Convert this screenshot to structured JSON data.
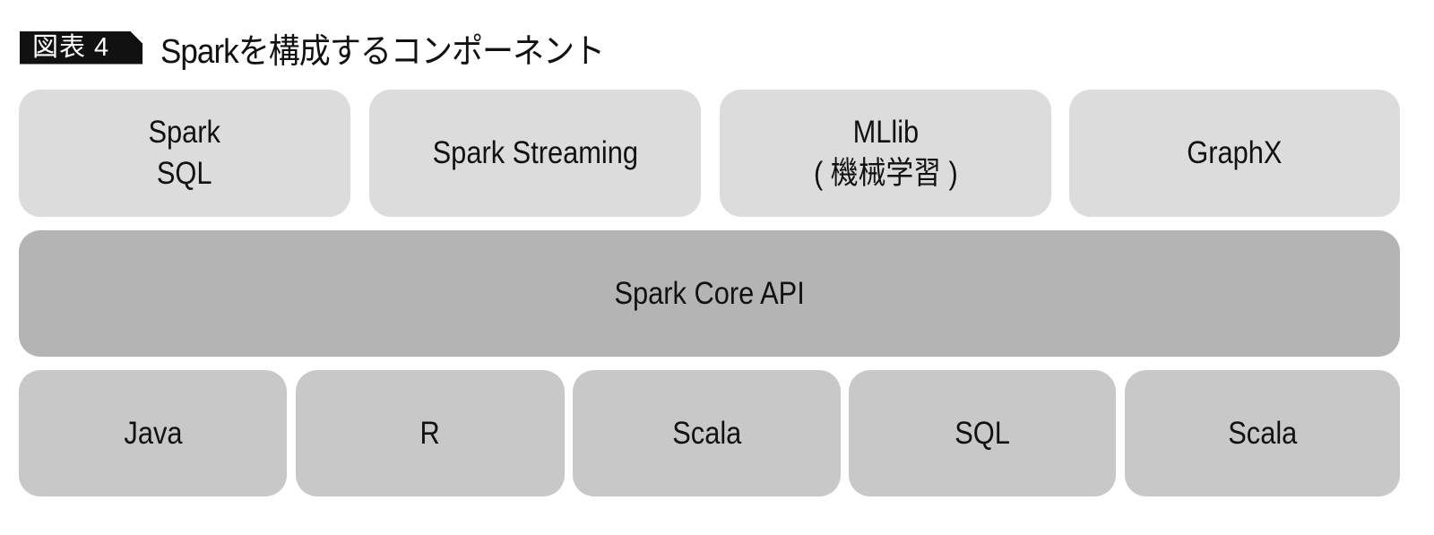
{
  "figure": {
    "badge": "図表 4",
    "title": "Sparkを構成するコンポーネント"
  },
  "layers": {
    "libraries": [
      {
        "label": "Spark\nSQL"
      },
      {
        "label": "Spark Streaming"
      },
      {
        "label": "MLlib\n( 機械学習 )"
      },
      {
        "label": "GraphX"
      }
    ],
    "core": {
      "label": "Spark Core API"
    },
    "languages": [
      {
        "label": "Java"
      },
      {
        "label": "R"
      },
      {
        "label": "Scala"
      },
      {
        "label": "SQL"
      },
      {
        "label": "Scala"
      }
    ]
  },
  "colors": {
    "badge_bg": "#111111",
    "libraries_fill": "#dcdcdc",
    "core_fill": "#b4b4b4",
    "languages_fill": "#c8c8c8"
  }
}
